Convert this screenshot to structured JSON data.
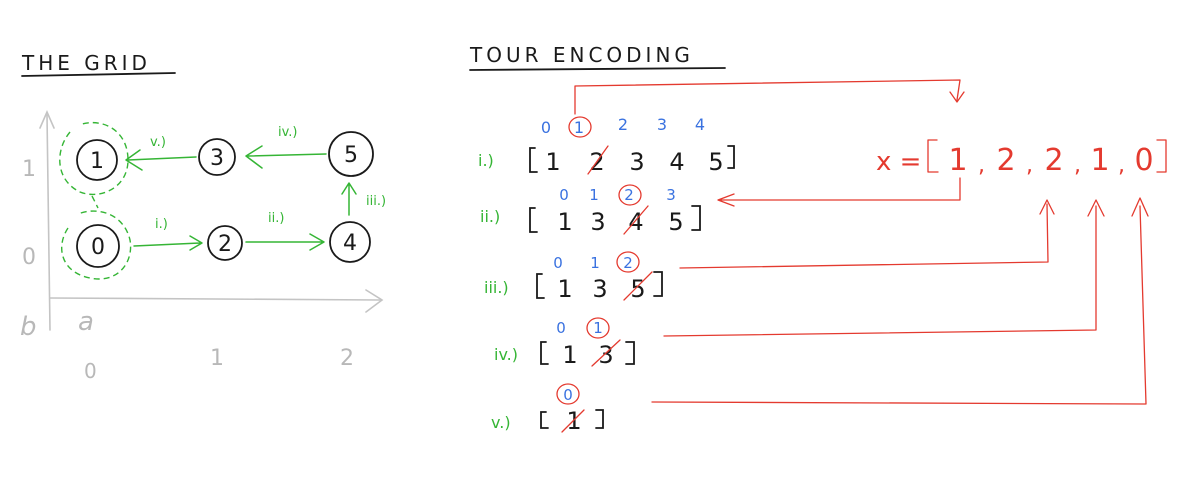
{
  "grid": {
    "title": "THE GRID",
    "y_ticks": [
      "1",
      "0"
    ],
    "x_ticks": [
      "0",
      "1",
      "2"
    ],
    "axis_letters": [
      "b",
      "a"
    ],
    "nodes": [
      "1",
      "3",
      "5",
      "0",
      "2",
      "4"
    ],
    "step_labels": [
      "i.)",
      "ii.)",
      "iii.)",
      "iv.)",
      "v.)"
    ]
  },
  "encoding": {
    "title": "TOUR ENCODING",
    "rows": [
      {
        "label": "i.)",
        "indices": [
          "0",
          "1",
          "2",
          "3",
          "4"
        ],
        "values": [
          "1",
          "2",
          "3",
          "4",
          "5"
        ]
      },
      {
        "label": "ii.)",
        "indices": [
          "0",
          "1",
          "2",
          "3"
        ],
        "values": [
          "1",
          "3",
          "4",
          "5"
        ]
      },
      {
        "label": "iii.)",
        "indices": [
          "0",
          "1",
          "2"
        ],
        "values": [
          "1",
          "3",
          "5"
        ]
      },
      {
        "label": "iv.)",
        "indices": [
          "0",
          "1"
        ],
        "values": [
          "1",
          "3"
        ]
      },
      {
        "label": "v.)",
        "indices": [
          "0"
        ],
        "values": [
          "1"
        ]
      }
    ],
    "result": {
      "prefix": "x =",
      "values": [
        "1",
        "2",
        "2",
        "1",
        "0"
      ]
    }
  },
  "colors": {
    "ink": "#1a1a1a",
    "green": "#35b535",
    "blue": "#3a72e0",
    "red": "#e43a2f",
    "gray": "#b8b8b8"
  }
}
